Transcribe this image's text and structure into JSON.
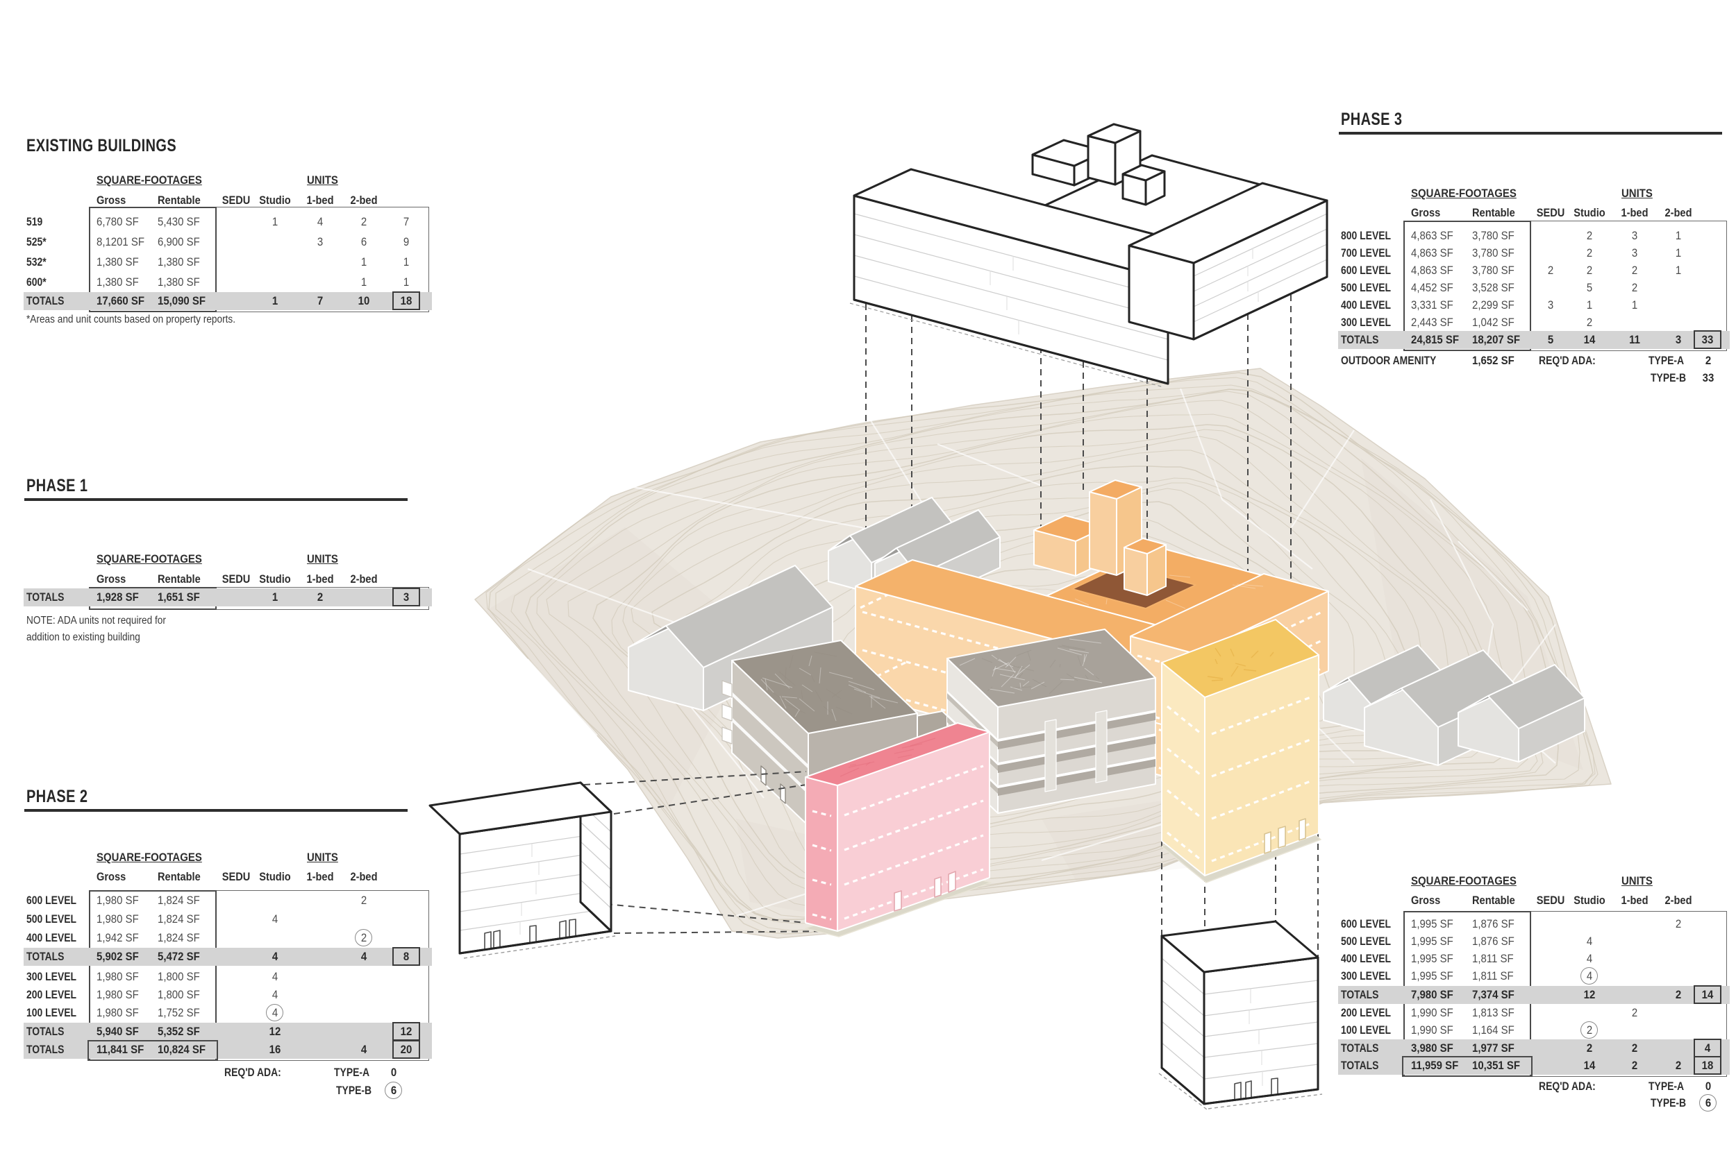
{
  "colors": {
    "text": "#2b2b2b",
    "band_gray": "#d4d4d4",
    "phase3_orange": "#f3ab63",
    "phase2_yellow": "#f1c35f",
    "phase2_pink": "#f28e98"
  },
  "tables": {
    "existing": {
      "title": "EXISTING BUILDINGS",
      "sqft_header": "SQUARE-FOOTAGES",
      "units_header": "UNITS",
      "columns": {
        "gross": "Gross",
        "rentable": "Rentable",
        "sedu": "SEDU",
        "studio": "Studio",
        "bed1": "1-bed",
        "bed2": "2-bed"
      },
      "rows": [
        {
          "label": "519",
          "gross": "6,780 SF",
          "rentable": "5,430 SF",
          "sedu": "",
          "studio": "1",
          "bed1": "4",
          "bed2": "2",
          "total": "7"
        },
        {
          "label": "525*",
          "gross": "8,1201 SF",
          "rentable": "6,900 SF",
          "sedu": "",
          "studio": "",
          "bed1": "3",
          "bed2": "6",
          "total": "9"
        },
        {
          "label": "532*",
          "gross": "1,380 SF",
          "rentable": "1,380 SF",
          "sedu": "",
          "studio": "",
          "bed1": "",
          "bed2": "1",
          "total": "1"
        },
        {
          "label": "600*",
          "gross": "1,380 SF",
          "rentable": "1,380 SF",
          "sedu": "",
          "studio": "",
          "bed1": "",
          "bed2": "1",
          "total": "1"
        },
        {
          "label": "TOTALS",
          "gross": "17,660 SF",
          "rentable": "15,090 SF",
          "sedu": "",
          "studio": "1",
          "bed1": "7",
          "bed2": "10",
          "total": "18",
          "totals": true,
          "band": true,
          "boxed": true
        }
      ],
      "footnote": "*Areas and unit counts based on property reports."
    },
    "phase1": {
      "title": "PHASE 1",
      "sqft_header": "SQUARE-FOOTAGES",
      "units_header": "UNITS",
      "columns": {
        "gross": "Gross",
        "rentable": "Rentable",
        "sedu": "SEDU",
        "studio": "Studio",
        "bed1": "1-bed",
        "bed2": "2-bed"
      },
      "rows": [
        {
          "label": "TOTALS",
          "gross": "1,928 SF",
          "rentable": "1,651 SF",
          "sedu": "",
          "studio": "1",
          "bed1": "2",
          "bed2": "",
          "total": "3",
          "totals": true,
          "band": true,
          "boxed": true
        }
      ],
      "note": [
        "NOTE: ADA units not required for",
        "addition to existing building"
      ]
    },
    "phase2": {
      "title": "PHASE 2",
      "sqft_header": "SQUARE-FOOTAGES",
      "units_header": "UNITS",
      "columns": {
        "gross": "Gross",
        "rentable": "Rentable",
        "sedu": "SEDU",
        "studio": "Studio",
        "bed1": "1-bed",
        "bed2": "2-bed"
      },
      "rows": [
        {
          "label": "600 LEVEL",
          "gross": "1,980 SF",
          "rentable": "1,824 SF",
          "sedu": "",
          "studio": "",
          "bed1": "",
          "bed2": "2",
          "total": ""
        },
        {
          "label": "500 LEVEL",
          "gross": "1,980 SF",
          "rentable": "1,824 SF",
          "sedu": "",
          "studio": "4",
          "bed1": "",
          "bed2": "",
          "total": ""
        },
        {
          "label": "400 LEVEL",
          "gross": "1,942 SF",
          "rentable": "1,824 SF",
          "sedu": "",
          "studio": "",
          "bed1": "",
          "bed2": "2",
          "total": "",
          "circled": "bed2"
        },
        {
          "label": "TOTALS",
          "gross": "5,902 SF",
          "rentable": "5,472 SF",
          "sedu": "",
          "studio": "4",
          "bed1": "",
          "bed2": "4",
          "total": "8",
          "totals": true,
          "band": true,
          "boxed": true
        },
        {
          "label": "300 LEVEL",
          "gross": "1,980 SF",
          "rentable": "1,800 SF",
          "sedu": "",
          "studio": "4",
          "bed1": "",
          "bed2": "",
          "total": ""
        },
        {
          "label": "200 LEVEL",
          "gross": "1,980 SF",
          "rentable": "1,800 SF",
          "sedu": "",
          "studio": "4",
          "bed1": "",
          "bed2": "",
          "total": ""
        },
        {
          "label": "100 LEVEL",
          "gross": "1,980 SF",
          "rentable": "1,752 SF",
          "sedu": "",
          "studio": "4",
          "bed1": "",
          "bed2": "",
          "total": "",
          "circled": "studio"
        },
        {
          "label": "TOTALS",
          "gross": "5,940 SF",
          "rentable": "5,352 SF",
          "sedu": "",
          "studio": "12",
          "bed1": "",
          "bed2": "",
          "total": "12",
          "totals": true,
          "band": true,
          "boxed": true
        },
        {
          "label": "TOTALS",
          "gross": "11,841 SF",
          "rentable": "10,824 SF",
          "sedu": "",
          "studio": "16",
          "bed1": "",
          "bed2": "4",
          "total": "20",
          "totals": true,
          "band": true,
          "boxed": true,
          "heavy": true
        }
      ],
      "ada": {
        "label": "REQ'D ADA:",
        "typea_label": "TYPE-A",
        "typea": "0",
        "typeb_label": "TYPE-B",
        "typeb": "6",
        "typeb_circled": true
      }
    },
    "phase3": {
      "title": "PHASE 3",
      "sqft_header": "SQUARE-FOOTAGES",
      "units_header": "UNITS",
      "columns": {
        "gross": "Gross",
        "rentable": "Rentable",
        "sedu": "SEDU",
        "studio": "Studio",
        "bed1": "1-bed",
        "bed2": "2-bed"
      },
      "rows": [
        {
          "label": "800 LEVEL",
          "gross": "4,863 SF",
          "rentable": "3,780 SF",
          "sedu": "",
          "studio": "2",
          "bed1": "3",
          "bed2": "1",
          "total": ""
        },
        {
          "label": "700 LEVEL",
          "gross": "4,863 SF",
          "rentable": "3,780 SF",
          "sedu": "",
          "studio": "2",
          "bed1": "3",
          "bed2": "1",
          "total": ""
        },
        {
          "label": "600 LEVEL",
          "gross": "4,863 SF",
          "rentable": "3,780 SF",
          "sedu": "2",
          "studio": "2",
          "bed1": "2",
          "bed2": "1",
          "total": ""
        },
        {
          "label": "500 LEVEL",
          "gross": "4,452 SF",
          "rentable": "3,528 SF",
          "sedu": "",
          "studio": "5",
          "bed1": "2",
          "bed2": "",
          "total": ""
        },
        {
          "label": "400 LEVEL",
          "gross": "3,331 SF",
          "rentable": "2,299 SF",
          "sedu": "3",
          "studio": "1",
          "bed1": "1",
          "bed2": "",
          "total": ""
        },
        {
          "label": "300 LEVEL",
          "gross": "2,443 SF",
          "rentable": "1,042 SF",
          "sedu": "",
          "studio": "2",
          "bed1": "",
          "bed2": "",
          "total": ""
        },
        {
          "label": "TOTALS",
          "gross": "24,815 SF",
          "rentable": "18,207 SF",
          "sedu": "5",
          "studio": "14",
          "bed1": "11",
          "bed2": "3",
          "total": "33",
          "totals": true,
          "band": true,
          "boxed": true
        }
      ],
      "outdoor": {
        "label": "OUTDOOR AMENITY",
        "value": "1,652 SF"
      },
      "ada": {
        "label": "REQ'D ADA:",
        "typea_label": "TYPE-A",
        "typea": "2",
        "typeb_label": "TYPE-B",
        "typeb": "33",
        "typeb_circled": false
      }
    },
    "tower": {
      "sqft_header": "SQUARE-FOOTAGES",
      "units_header": "UNITS",
      "columns": {
        "gross": "Gross",
        "rentable": "Rentable",
        "sedu": "SEDU",
        "studio": "Studio",
        "bed1": "1-bed",
        "bed2": "2-bed"
      },
      "rows": [
        {
          "label": "600 LEVEL",
          "gross": "1,995 SF",
          "rentable": "1,876 SF",
          "sedu": "",
          "studio": "",
          "bed1": "",
          "bed2": "2",
          "total": ""
        },
        {
          "label": "500 LEVEL",
          "gross": "1,995 SF",
          "rentable": "1,876 SF",
          "sedu": "",
          "studio": "4",
          "bed1": "",
          "bed2": "",
          "total": ""
        },
        {
          "label": "400 LEVEL",
          "gross": "1,995 SF",
          "rentable": "1,811 SF",
          "sedu": "",
          "studio": "4",
          "bed1": "",
          "bed2": "",
          "total": ""
        },
        {
          "label": "300 LEVEL",
          "gross": "1,995 SF",
          "rentable": "1,811 SF",
          "sedu": "",
          "studio": "4",
          "bed1": "",
          "bed2": "",
          "total": "",
          "circled": "studio"
        },
        {
          "label": "TOTALS",
          "gross": "7,980 SF",
          "rentable": "7,374 SF",
          "sedu": "",
          "studio": "12",
          "bed1": "",
          "bed2": "2",
          "total": "14",
          "totals": true,
          "band": true,
          "boxed": true
        },
        {
          "label": "200 LEVEL",
          "gross": "1,990 SF",
          "rentable": "1,813 SF",
          "sedu": "",
          "studio": "",
          "bed1": "2",
          "bed2": "",
          "total": ""
        },
        {
          "label": "100 LEVEL",
          "gross": "1,990 SF",
          "rentable": "1,164 SF",
          "sedu": "",
          "studio": "2",
          "bed1": "",
          "bed2": "",
          "total": "",
          "circled": "studio"
        },
        {
          "label": "TOTALS",
          "gross": "3,980 SF",
          "rentable": "1,977 SF",
          "sedu": "",
          "studio": "2",
          "bed1": "2",
          "bed2": "",
          "total": "4",
          "totals": true,
          "band": true,
          "boxed": true
        },
        {
          "label": "TOTALS",
          "gross": "11,959 SF",
          "rentable": "10,351 SF",
          "sedu": "",
          "studio": "14",
          "bed1": "2",
          "bed2": "2",
          "total": "18",
          "totals": true,
          "band": true,
          "boxed": true,
          "heavy": true
        }
      ],
      "ada": {
        "label": "REQ'D ADA:",
        "typea_label": "TYPE-A",
        "typea": "0",
        "typeb_label": "TYPE-B",
        "typeb": "6",
        "typeb_circled": true
      }
    }
  }
}
